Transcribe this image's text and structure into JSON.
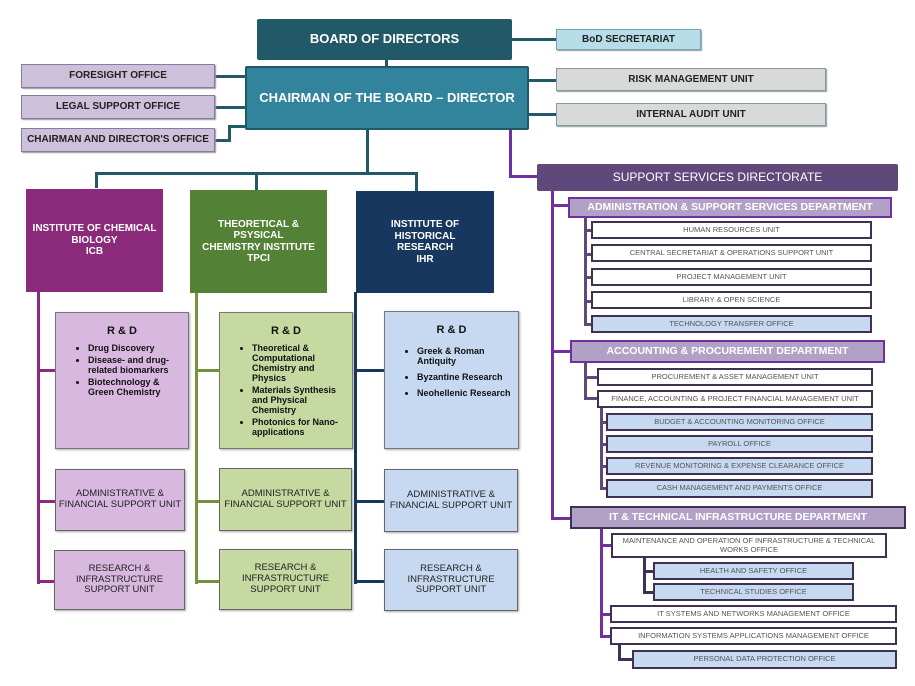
{
  "top": {
    "board": "BOARD OF DIRECTORS",
    "chairman": "CHAIRMAN OF THE BOARD – DIRECTOR",
    "bod_secretariat": "BoD SECRETARIAT",
    "left_offices": [
      "FORESIGHT OFFICE",
      "LEGAL SUPPORT OFFICE",
      "CHAIRMAN AND DIRECTOR'S OFFICE"
    ],
    "right_units": [
      "RISK MANAGEMENT UNIT",
      "INTERNAL AUDIT UNIT"
    ]
  },
  "institutes": [
    {
      "name_lines": [
        "INSTITUTE OF CHEMICAL",
        "BIOLOGY",
        "ICB"
      ],
      "color": "#8b2a7a",
      "light": "#d9b8e0",
      "rd_title": "R & D",
      "rd_items": [
        "Drug Discovery",
        "Disease- and drug-related biomarkers",
        "Biotechnology & Green Chemistry"
      ],
      "admin_unit": "ADMINISTRATIVE & FINANCIAL SUPPORT UNIT",
      "research_unit": "RESEARCH & INFRASTRUCTURE SUPPORT UNIT"
    },
    {
      "name_lines": [
        "THEORETICAL & PSYSICAL",
        "CHEMISTRY INSTITUTE",
        "TPCI"
      ],
      "color": "#538135",
      "light": "#c5d9a0",
      "rd_title": "R & D",
      "rd_items": [
        "Theoretical & Computational Chemistry and Physics",
        "Materials Synthesis and Physical Chemistry",
        "Photonics for Nano-applications"
      ],
      "admin_unit": "ADMINISTRATIVE & FINANCIAL SUPPORT UNIT",
      "research_unit": "RESEARCH & INFRASTRUCTURE SUPPORT UNIT"
    },
    {
      "name_lines": [
        "INSTITUTE OF HISTORICAL",
        "RESEARCH",
        "IHR"
      ],
      "color": "#17375e",
      "light": "#c6d9f1",
      "rd_title": "R & D",
      "rd_items": [
        "Greek & Roman Antiquity",
        "Byzantine Research",
        "Neohellenic Research"
      ],
      "admin_unit": "ADMINISTRATIVE & FINANCIAL SUPPORT UNIT",
      "research_unit": "RESEARCH & INFRASTRUCTURE SUPPORT UNIT"
    }
  ],
  "support": {
    "directorate": "SUPPORT SERVICES DIRECTORATE",
    "admin_dept": {
      "title": "ADMINISTRATION & SUPPORT SERVICES DEPARTMENT",
      "units": [
        "HUMAN RESOURCES UNIT",
        "CENTRAL SECRETARIAT & OPERATIONS SUPPORT UNIT",
        "PROJECT MANAGEMENT UNIT",
        "LIBRARY & OPEN SCIENCE",
        "TECHNOLOGY TRANSFER OFFICE"
      ]
    },
    "acct_dept": {
      "title": "ACCOUNTING & PROCUREMENT DEPARTMENT",
      "units": [
        "PROCUREMENT & ASSET MANAGEMENT UNIT",
        "FINANCE, ACCOUNTING & PROJECT FINANCIAL MANAGEMENT UNIT"
      ],
      "finance_offices": [
        "BUDGET & ACCOUNTING MONITORING OFFICE",
        "PAYROLL OFFICE",
        "REVENUE MONITORING & EXPENSE CLEARANCE OFFICE",
        "CASH MANAGEMENT AND PAYMENTS OFFICE"
      ]
    },
    "it_dept": {
      "title": "IT & TECHNICAL INFRASTRUCTURE DEPARTMENT",
      "maintenance": "MAINTENANCE AND OPERATION OF INFRASTRUCTURE & TECHNICAL WORKS OFFICE",
      "maintenance_offices": [
        "HEALTH AND  SAFETY OFFICE",
        "TECHNICAL STUDIES OFFICE"
      ],
      "it_systems": "IT SYSTEMS AND NETWORKS MANAGEMENT OFFICE",
      "info_systems": "INFORMATION SYSTEMS APPLICATIONS MANAGEMENT OFFICE",
      "info_offices": [
        "PERSONAL DATA PROTECTION OFFICE"
      ]
    }
  },
  "colors": {
    "board": "#215968",
    "chairman": "#31849b",
    "directorate": "#5f497a",
    "department": "#b2a1c7",
    "connector_purple": "#7030a0"
  }
}
